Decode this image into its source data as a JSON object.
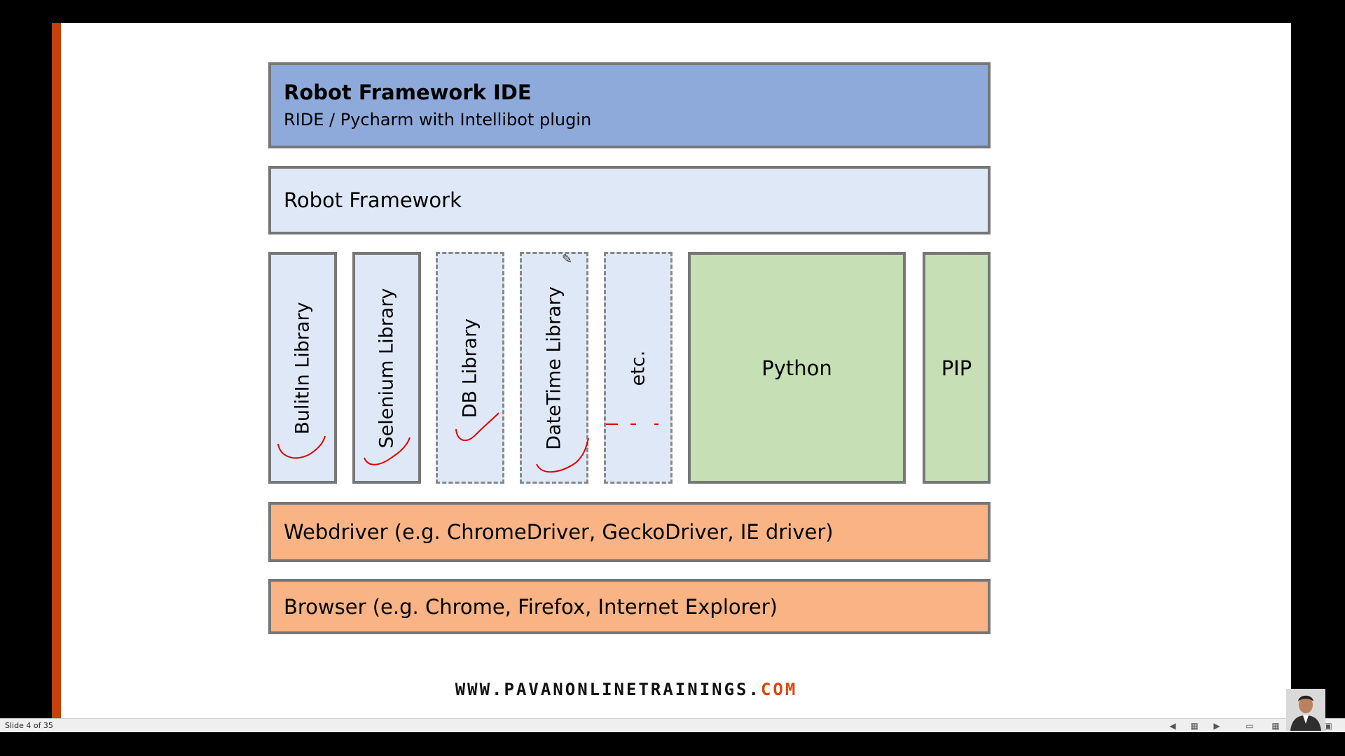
{
  "slide": {
    "ide": {
      "title": "Robot Framework IDE",
      "subtitle": "RIDE / Pycharm with Intellibot plugin"
    },
    "robot_framework": "Robot Framework",
    "libraries": [
      {
        "label": "BulitIn Library"
      },
      {
        "label": "Selenium Library"
      },
      {
        "label": "DB Library"
      },
      {
        "label": "DateTime Library"
      },
      {
        "label": "etc."
      }
    ],
    "python": "Python",
    "pip": "PIP",
    "webdriver": "Webdriver (e.g. ChromeDriver, GeckoDriver, IE driver)",
    "browser": "Browser (e.g. Chrome, Firefox, Internet Explorer)",
    "footer": {
      "url_main": "WWW.PAVANONLINETRAININGS.",
      "url_tld": "COM"
    }
  },
  "status_bar": {
    "slide_count": "Slide 4 of 35",
    "controls": [
      {
        "icon": "previous-icon"
      },
      {
        "icon": "reading-view-icon"
      },
      {
        "icon": "next-icon"
      },
      {
        "icon": "normal-view-icon"
      },
      {
        "icon": "slide-sorter-icon"
      },
      {
        "icon": "slideshow-icon"
      }
    ]
  },
  "colors": {
    "ide_box": "#8eaadb",
    "framework_box": "#dee8f6",
    "python_box": "#c6dfb4",
    "driver_box": "#f9b384",
    "accent": "#c2410c",
    "annotation_ink": "#e00000"
  }
}
